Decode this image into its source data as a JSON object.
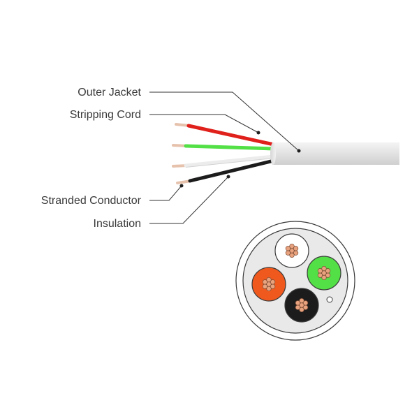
{
  "labels": {
    "outer_jacket": "Outer Jacket",
    "stripping_cord": "Stripping Cord",
    "stranded_conductor": "Stranded Conductor",
    "insulation": "Insulation"
  },
  "colors": {
    "red_wire": "#e0201b",
    "green_wire": "#53e046",
    "white_wire": "#f4f4f4",
    "black_wire": "#1c1c1c",
    "orange_core": "#f0591e",
    "copper": "#e8a27e",
    "jacket": "#e9e9e9",
    "leader_line": "#333333"
  },
  "icons": {
    "cross_section": "cable-cross-section-icon"
  }
}
